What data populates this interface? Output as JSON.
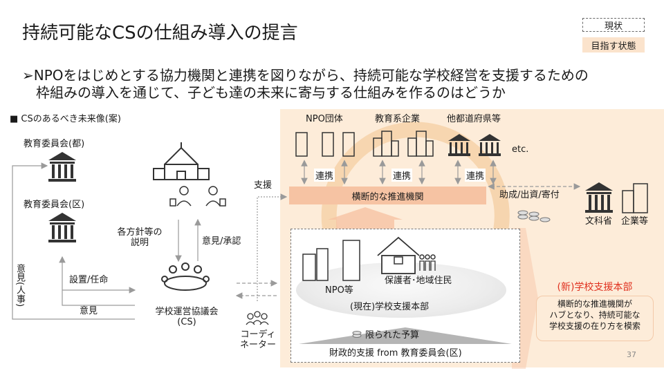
{
  "title": "持続可能なCSの仕組み導入の提言",
  "legend": {
    "current": "現状",
    "goal": "目指す状態"
  },
  "lead": {
    "line1": "➢NPOをはじめとする協力機関と連携を図りながら、持続可能な学校経営を支援するための",
    "line2": "枠組みの導入を通じて、子ども達の未来に寄与する仕組みを作るのはどうか"
  },
  "section_label": "■ CSのあるべき未来像(案)",
  "left": {
    "board_metro": "教育委員会(都)",
    "board_ward": "教育委員会(区)",
    "opinion_personnel": "意見(人事)",
    "setup_appoint": "設置/任命",
    "opinion": "意見",
    "policy_explain_1": "各方針等の",
    "policy_explain_2": "説明",
    "opinion_approval": "意見/承認",
    "council_1": "学校運営協議会",
    "council_2": "(CS)",
    "support": "支援",
    "coordinator_1": "コーディ",
    "coordinator_2": "ネーター"
  },
  "partners": {
    "npo": "NPO団体",
    "edu_company": "教育系企業",
    "other_pref": "他都道府県等",
    "etc": "etc.",
    "link": "連携"
  },
  "hub": "横断的な推進機関",
  "funding": {
    "label": "助成/出資/寄付",
    "mext": "文科省",
    "companies": "企業等"
  },
  "current": {
    "npo": "NPO等",
    "guardians": "保護者･地域住民",
    "hq": "(現在)学校支援本部",
    "budget": "限られた予算",
    "finance": "財政的支援 from 教育委員会(区)"
  },
  "new_hq": {
    "title": "(新)学校支援本部",
    "desc1": "横断的な推進機関が",
    "desc2": "ハブとなり、持続可能な",
    "desc3": "学校支援の在り方を模索"
  },
  "page_number": "37",
  "colors": {
    "accent": "#e0301e",
    "goal_bg": "#fdecd9",
    "hub": "#f6c3a3"
  }
}
